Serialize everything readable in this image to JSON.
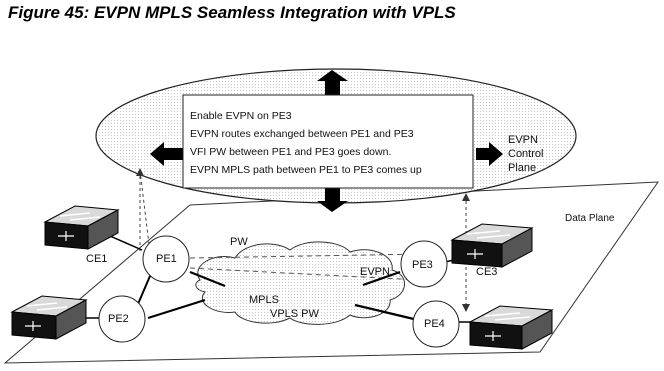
{
  "figure": {
    "title": "Figure 45: EVPN MPLS Seamless Integration with VPLS"
  },
  "control_plane": {
    "box_lines": [
      "Enable EVPN on PE3",
      "EVPN routes exchanged between PE1 and PE3",
      "VFI PW between PE1 and PE3 goes down.",
      "EVPN MPLS path between PE1 to PE3 comes up"
    ],
    "label_line1": "EVPN",
    "label_line2": "Control",
    "label_line3": "Plane"
  },
  "data_plane": {
    "label": "Data Plane"
  },
  "nodes": {
    "pe1": "PE1",
    "pe2": "PE2",
    "pe3": "PE3",
    "pe4": "PE4",
    "ce1": "CE1",
    "ce3": "CE3"
  },
  "links": {
    "pw": "PW",
    "evpn": "EVPN",
    "mpls": "MPLS",
    "vpls_pw": "VPLS PW"
  }
}
